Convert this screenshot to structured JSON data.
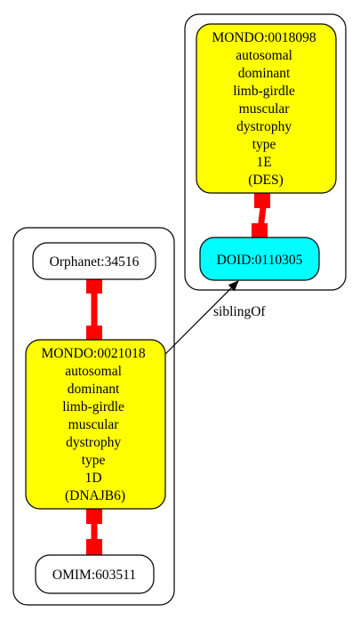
{
  "colors": {
    "mondo_fill": "#ffff00",
    "doid_fill": "#00ffff",
    "plain_fill": "#ffffff",
    "stroke": "#000000",
    "equivalence_edge": "#ff0000"
  },
  "clusters": [
    {
      "name": "left-cluster"
    },
    {
      "name": "right-cluster"
    }
  ],
  "nodes": {
    "orphanet": {
      "lines": [
        "Orphanet:34516"
      ]
    },
    "mondo_21018": {
      "lines": [
        "MONDO:0021018",
        "autosomal",
        "dominant",
        "limb-girdle",
        "muscular",
        "dystrophy",
        "type",
        "1D",
        "(DNAJB6)"
      ]
    },
    "omim": {
      "lines": [
        "OMIM:603511"
      ]
    },
    "mondo_18098": {
      "lines": [
        "MONDO:0018098",
        "autosomal",
        "dominant",
        "limb-girdle",
        "muscular",
        "dystrophy",
        "type",
        "1E",
        "(DES)"
      ]
    },
    "doid": {
      "lines": [
        "DOID:0110305"
      ]
    }
  },
  "edges": [
    {
      "from": "orphanet",
      "to": "mondo_21018",
      "style": "equivalence"
    },
    {
      "from": "mondo_21018",
      "to": "omim",
      "style": "equivalence"
    },
    {
      "from": "mondo_18098",
      "to": "doid",
      "style": "equivalence"
    },
    {
      "from": "mondo_21018",
      "to": "doid",
      "style": "arrow",
      "label": "siblingOf"
    }
  ]
}
